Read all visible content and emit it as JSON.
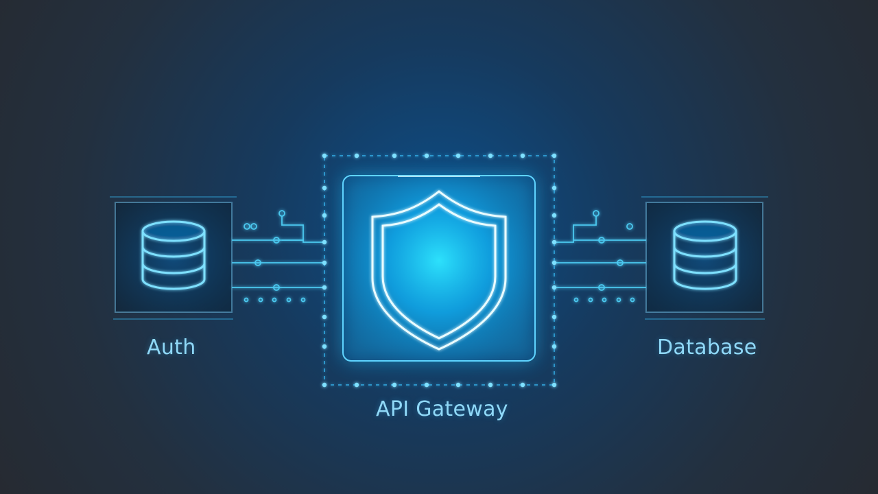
{
  "diagram": {
    "nodes": {
      "auth": {
        "label": "Auth",
        "icon": "database-icon"
      },
      "gateway": {
        "label": "API Gateway",
        "icon": "shield-icon"
      },
      "database": {
        "label": "Database",
        "icon": "database-icon"
      }
    },
    "edges": [
      {
        "from": "auth",
        "to": "gateway"
      },
      {
        "from": "gateway",
        "to": "database"
      }
    ]
  },
  "colors": {
    "background_center": "#0c4f8a",
    "background_edge": "#262a31",
    "accent": "#38bdf8",
    "accent_bright": "#7ee0ff",
    "glow": "#22d3ee",
    "label_text": "#8fd8f7"
  }
}
